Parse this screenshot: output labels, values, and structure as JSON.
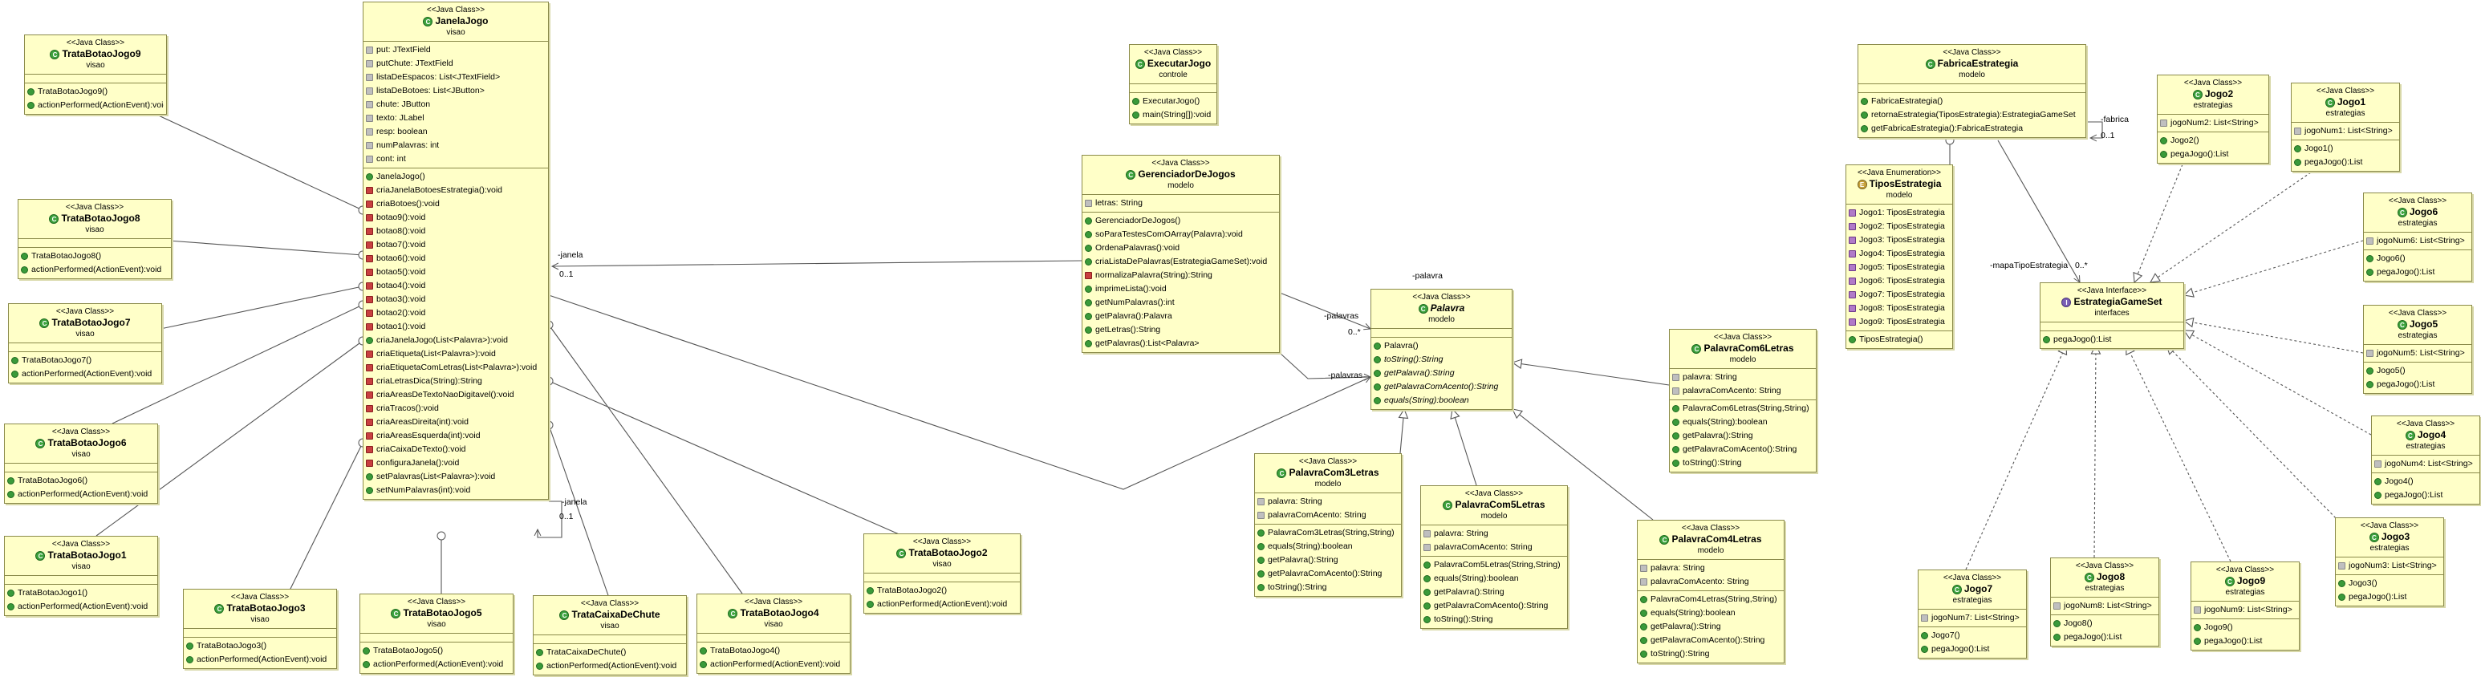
{
  "labels": {
    "janela_top": "-janela",
    "mult_janela_top": "0..1",
    "janela_bottom": "-janela",
    "mult_janela_bottom": "0..1",
    "palavra": "-palavra",
    "palavras": "-palavras",
    "mult_palavras": "0..*",
    "palavras2": "-palavras",
    "fabrica": "-fabrica",
    "mult_fabrica": "0..1",
    "mapa": "-mapaTipoEstrategia",
    "mult_mapa": "0..*"
  },
  "classes": {
    "janelaJogo": {
      "stereo": "<<Java Class>>",
      "name": "JanelaJogo",
      "pkg": "visao",
      "attrs": [
        "put: JTextField",
        "putChute: JTextField",
        "listaDeEspacos: List<JTextField>",
        "listaDeBotoes: List<JButton>",
        "chute: JButton",
        "texto: JLabel",
        "resp: boolean",
        "numPalavras: int",
        "cont: int"
      ],
      "ops": [
        "JanelaJogo()",
        "criaJanelaBotoesEstrategia():void",
        "criaBotoes():void",
        "botao9():void",
        "botao8():void",
        "botao7():void",
        "botao6():void",
        "botao5():void",
        "botao4():void",
        "botao3():void",
        "botao2():void",
        "botao1():void",
        "criaJanelaJogo(List<Palavra>):void",
        "criaEtiqueta(List<Palavra>):void",
        "criaEtiquetaComLetras(List<Palavra>):void",
        "criaLetrasDica(String):String",
        "criaAreasDeTextoNaoDigitavel():void",
        "criaTracos():void",
        "criaAreasDireita(int):void",
        "criaAreasEsquerda(int):void",
        "criaCaixaDeTexto():void",
        "configuraJanela():void",
        "setPalavras(List<Palavra>):void",
        "setNumPalavras(int):void"
      ]
    },
    "trataBotaoJogo9": {
      "stereo": "<<Java Class>>",
      "name": "TrataBotaoJogo9",
      "pkg": "visao",
      "ops": [
        "TrataBotaoJogo9()",
        "actionPerformed(ActionEvent):void"
      ]
    },
    "trataBotaoJogo8": {
      "stereo": "<<Java Class>>",
      "name": "TrataBotaoJogo8",
      "pkg": "visao",
      "ops": [
        "TrataBotaoJogo8()",
        "actionPerformed(ActionEvent):void"
      ]
    },
    "trataBotaoJogo7": {
      "stereo": "<<Java Class>>",
      "name": "TrataBotaoJogo7",
      "pkg": "visao",
      "ops": [
        "TrataBotaoJogo7()",
        "actionPerformed(ActionEvent):void"
      ]
    },
    "trataBotaoJogo6": {
      "stereo": "<<Java Class>>",
      "name": "TrataBotaoJogo6",
      "pkg": "visao",
      "ops": [
        "TrataBotaoJogo6()",
        "actionPerformed(ActionEvent):void"
      ]
    },
    "trataBotaoJogo1": {
      "stereo": "<<Java Class>>",
      "name": "TrataBotaoJogo1",
      "pkg": "visao",
      "ops": [
        "TrataBotaoJogo1()",
        "actionPerformed(ActionEvent):void"
      ]
    },
    "trataBotaoJogo3": {
      "stereo": "<<Java Class>>",
      "name": "TrataBotaoJogo3",
      "pkg": "visao",
      "ops": [
        "TrataBotaoJogo3()",
        "actionPerformed(ActionEvent):void"
      ]
    },
    "trataBotaoJogo5": {
      "stereo": "<<Java Class>>",
      "name": "TrataBotaoJogo5",
      "pkg": "visao",
      "ops": [
        "TrataBotaoJogo5()",
        "actionPerformed(ActionEvent):void"
      ]
    },
    "trataCaixaDeChute": {
      "stereo": "<<Java Class>>",
      "name": "TrataCaixaDeChute",
      "pkg": "visao",
      "ops": [
        "TrataCaixaDeChute()",
        "actionPerformed(ActionEvent):void"
      ]
    },
    "trataBotaoJogo4": {
      "stereo": "<<Java Class>>",
      "name": "TrataBotaoJogo4",
      "pkg": "visao",
      "ops": [
        "TrataBotaoJogo4()",
        "actionPerformed(ActionEvent):void"
      ]
    },
    "trataBotaoJogo2": {
      "stereo": "<<Java Class>>",
      "name": "TrataBotaoJogo2",
      "pkg": "visao",
      "ops": [
        "TrataBotaoJogo2()",
        "actionPerformed(ActionEvent):void"
      ]
    },
    "executarJogo": {
      "stereo": "<<Java Class>>",
      "name": "ExecutarJogo",
      "pkg": "controle",
      "ops": [
        "ExecutarJogo()",
        "main(String[]):void"
      ]
    },
    "gerenciadorDeJogos": {
      "stereo": "<<Java Class>>",
      "name": "GerenciadorDeJogos",
      "pkg": "modelo",
      "attrs": [
        "letras: String"
      ],
      "ops": [
        "GerenciadorDeJogos()",
        "soParaTestesComOArray(Palavra):void",
        "OrdenaPalavras():void",
        "criaListaDePalavras(EstrategiaGameSet):void",
        "normalizaPalavra(String):String",
        "imprimeLista():void",
        "getNumPalavras():int",
        "getPalavra():Palavra",
        "getLetras():String",
        "getPalavras():List<Palavra>"
      ]
    },
    "palavra": {
      "stereo": "<<Java Class>>",
      "name": "Palavra",
      "pkg": "modelo",
      "ops": [
        "Palavra()",
        "toString():String",
        "getPalavra():String",
        "getPalavraComAcento():String",
        "equals(String):boolean"
      ]
    },
    "palavraCom6Letras": {
      "stereo": "<<Java Class>>",
      "name": "PalavraCom6Letras",
      "pkg": "modelo",
      "attrs": [
        "palavra: String",
        "palavraComAcento: String"
      ],
      "ops": [
        "PalavraCom6Letras(String,String)",
        "equals(String):boolean",
        "getPalavra():String",
        "getPalavraComAcento():String",
        "toString():String"
      ]
    },
    "palavraCom3Letras": {
      "stereo": "<<Java Class>>",
      "name": "PalavraCom3Letras",
      "pkg": "modelo",
      "attrs": [
        "palavra: String",
        "palavraComAcento: String"
      ],
      "ops": [
        "PalavraCom3Letras(String,String)",
        "equals(String):boolean",
        "getPalavra():String",
        "getPalavraComAcento():String",
        "toString():String"
      ]
    },
    "palavraCom5Letras": {
      "stereo": "<<Java Class>>",
      "name": "PalavraCom5Letras",
      "pkg": "modelo",
      "attrs": [
        "palavra: String",
        "palavraComAcento: String"
      ],
      "ops": [
        "PalavraCom5Letras(String,String)",
        "equals(String):boolean",
        "getPalavra():String",
        "getPalavraComAcento():String",
        "toString():String"
      ]
    },
    "palavraCom4Letras": {
      "stereo": "<<Java Class>>",
      "name": "PalavraCom4Letras",
      "pkg": "modelo",
      "attrs": [
        "palavra: String",
        "palavraComAcento: String"
      ],
      "ops": [
        "PalavraCom4Letras(String,String)",
        "equals(String):boolean",
        "getPalavra():String",
        "getPalavraComAcento():String",
        "toString():String"
      ]
    },
    "fabricaEstrategia": {
      "stereo": "<<Java Class>>",
      "name": "FabricaEstrategia",
      "pkg": "modelo",
      "ops": [
        "FabricaEstrategia()",
        "retornaEstrategia(TiposEstrategia):EstrategiaGameSet",
        "getFabricaEstrategia():FabricaEstrategia"
      ]
    },
    "tiposEstrategia": {
      "stereo": "<<Java Enumeration>>",
      "name": "TiposEstrategia",
      "pkg": "modelo",
      "attrs": [
        "Jogo1: TiposEstrategia",
        "Jogo2: TiposEstrategia",
        "Jogo3: TiposEstrategia",
        "Jogo4: TiposEstrategia",
        "Jogo5: TiposEstrategia",
        "Jogo6: TiposEstrategia",
        "Jogo7: TiposEstrategia",
        "Jogo8: TiposEstrategia",
        "Jogo9: TiposEstrategia"
      ],
      "ops": [
        "TiposEstrategia()"
      ]
    },
    "estrategiaGameSet": {
      "stereo": "<<Java Interface>>",
      "name": "EstrategiaGameSet",
      "pkg": "interfaces",
      "ops": [
        "pegaJogo():List"
      ]
    },
    "jogo2": {
      "stereo": "<<Java Class>>",
      "name": "Jogo2",
      "pkg": "estrategias",
      "attrs": [
        "jogoNum2: List<String>"
      ],
      "ops": [
        "Jogo2()",
        "pegaJogo():List"
      ]
    },
    "jogo1": {
      "stereo": "<<Java Class>>",
      "name": "Jogo1",
      "pkg": "estrategias",
      "attrs": [
        "jogoNum1: List<String>"
      ],
      "ops": [
        "Jogo1()",
        "pegaJogo():List"
      ]
    },
    "jogo6": {
      "stereo": "<<Java Class>>",
      "name": "Jogo6",
      "pkg": "estrategias",
      "attrs": [
        "jogoNum6: List<String>"
      ],
      "ops": [
        "Jogo6()",
        "pegaJogo():List"
      ]
    },
    "jogo5": {
      "stereo": "<<Java Class>>",
      "name": "Jogo5",
      "pkg": "estrategias",
      "attrs": [
        "jogoNum5: List<String>"
      ],
      "ops": [
        "Jogo5()",
        "pegaJogo():List"
      ]
    },
    "jogo4": {
      "stereo": "<<Java Class>>",
      "name": "Jogo4",
      "pkg": "estrategias",
      "attrs": [
        "jogoNum4: List<String>"
      ],
      "ops": [
        "Jogo4()",
        "pegaJogo():List"
      ]
    },
    "jogo3": {
      "stereo": "<<Java Class>>",
      "name": "Jogo3",
      "pkg": "estrategias",
      "attrs": [
        "jogoNum3: List<String>"
      ],
      "ops": [
        "Jogo3()",
        "pegaJogo():List"
      ]
    },
    "jogo7": {
      "stereo": "<<Java Class>>",
      "name": "Jogo7",
      "pkg": "estrategias",
      "attrs": [
        "jogoNum7: List<String>"
      ],
      "ops": [
        "Jogo7()",
        "pegaJogo():List"
      ]
    },
    "jogo8": {
      "stereo": "<<Java Class>>",
      "name": "Jogo8",
      "pkg": "estrategias",
      "attrs": [
        "jogoNum8: List<String>"
      ],
      "ops": [
        "Jogo8()",
        "pegaJogo():List"
      ]
    },
    "jogo9": {
      "stereo": "<<Java Class>>",
      "name": "Jogo9",
      "pkg": "estrategias",
      "attrs": [
        "jogoNum9: List<String>"
      ],
      "ops": [
        "Jogo9()",
        "pegaJogo():List"
      ]
    }
  }
}
